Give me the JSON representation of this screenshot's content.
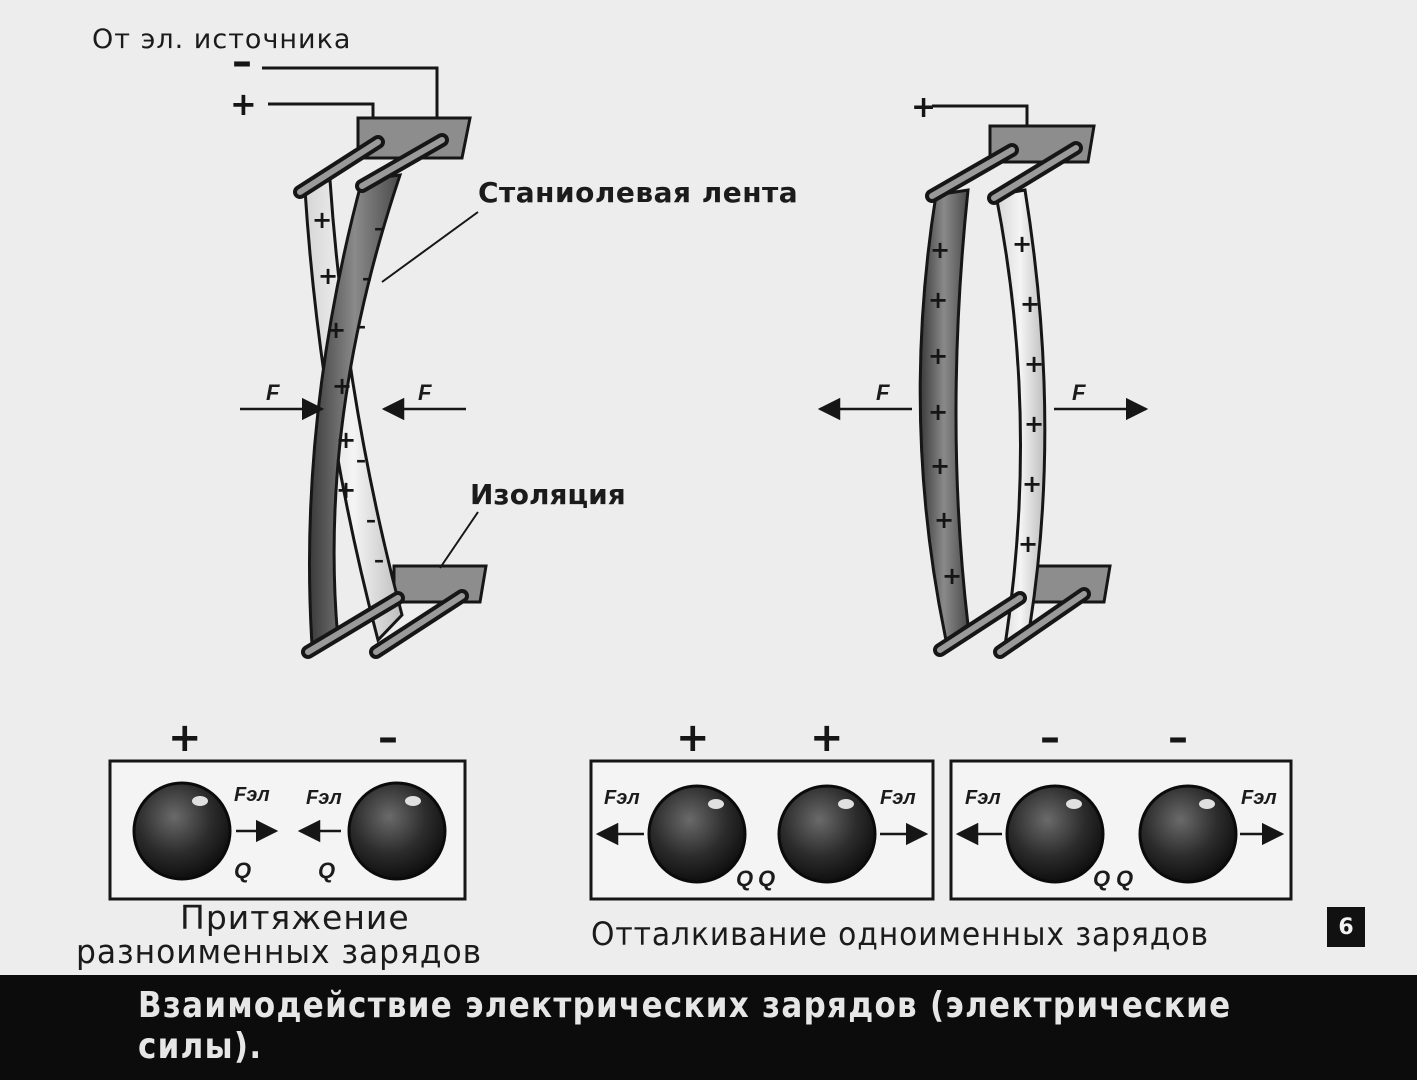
{
  "labels": {
    "source": "От эл. источника",
    "foil": "Станиолевая лента",
    "insulation": "Изоляция",
    "attraction_line1": "Притяжение",
    "attraction_line2": "разноименных зарядов",
    "repulsion": "Отталкивание одноименных зарядов",
    "caption": "Взаимодействие электрических зарядов (электрические силы).",
    "slide_number": "6"
  },
  "symbols": {
    "plus": "+",
    "minus": "–",
    "force": "F",
    "force_el": "Fэл",
    "charge": "Q"
  },
  "colors": {
    "paper": "#ededed",
    "ink": "#161616",
    "caption_bg": "#0c0c0c"
  }
}
